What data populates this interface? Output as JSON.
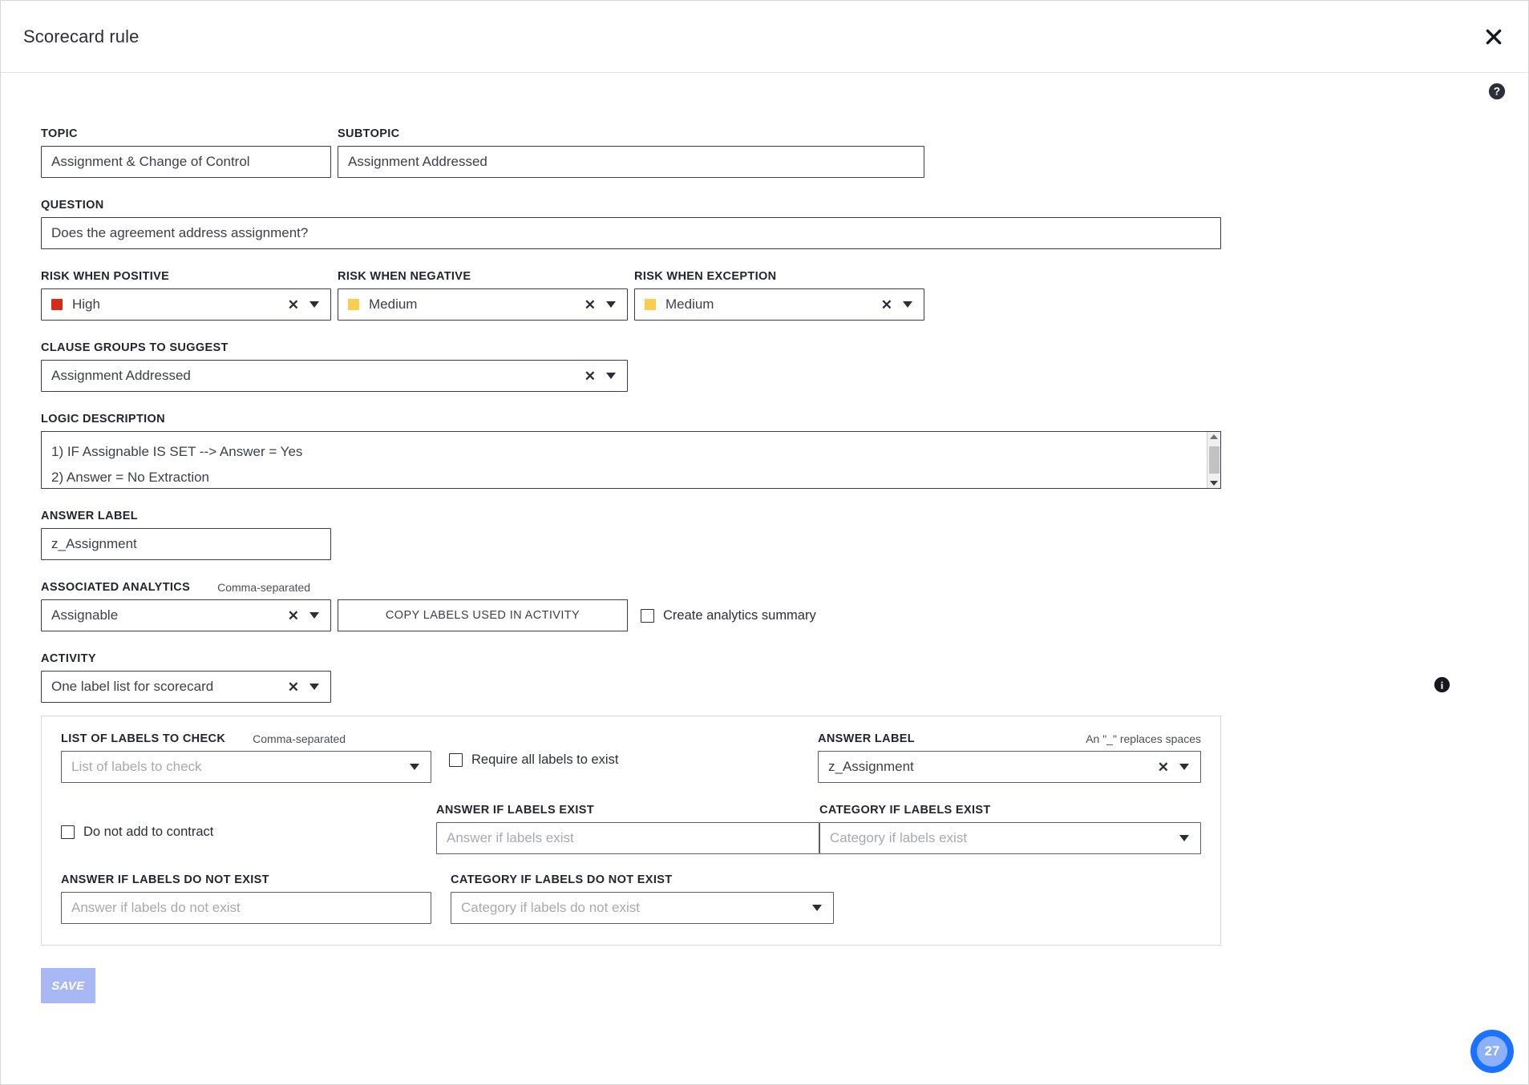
{
  "header": {
    "title": "Scorecard rule",
    "close_icon": "close-icon",
    "help_icon": "help-circle-icon"
  },
  "colors": {
    "risk_high": "#d62b19",
    "risk_medium": "#fbcd4f",
    "accent_blue": "#1a73ff",
    "save_button": "#a8b8f5"
  },
  "form": {
    "topic": {
      "label": "TOPIC",
      "value": "Assignment & Change of Control"
    },
    "subtopic": {
      "label": "SUBTOPIC",
      "value": "Assignment Addressed"
    },
    "question": {
      "label": "QUESTION",
      "value": "Does the agreement address assignment?"
    },
    "risk_positive": {
      "label": "RISK WHEN POSITIVE",
      "value": "High",
      "swatch": "#d62b19",
      "clear": "✕",
      "caret": "chevron-down-icon"
    },
    "risk_negative": {
      "label": "RISK WHEN NEGATIVE",
      "value": "Medium",
      "swatch": "#fbcd4f",
      "clear": "✕"
    },
    "risk_exception": {
      "label": "RISK WHEN EXCEPTION",
      "value": "Medium",
      "swatch": "#fbcd4f",
      "clear": "✕"
    },
    "clause_groups": {
      "label": "CLAUSE GROUPS TO SUGGEST",
      "value": "Assignment Addressed",
      "clear": "✕"
    },
    "logic_description": {
      "label": "LOGIC DESCRIPTION",
      "lines": [
        "1) IF Assignable IS SET --> Answer = Yes",
        "2) Answer = No Extraction"
      ]
    },
    "answer_label": {
      "label": "ANSWER LABEL",
      "value": "z_Assignment"
    },
    "associated_analytics": {
      "label": "ASSOCIATED ANALYTICS",
      "hint": "Comma-separated",
      "value": "Assignable",
      "clear": "✕"
    },
    "copy_labels_button": "COPY LABELS USED IN ACTIVITY",
    "create_analytics_summary": {
      "label": "Create analytics summary",
      "checked": false
    },
    "activity": {
      "label": "ACTIVITY",
      "value": "One label list for scorecard",
      "clear": "✕"
    },
    "activity_info_icon": "info-icon"
  },
  "panel": {
    "list_of_labels": {
      "label": "LIST OF LABELS TO CHECK",
      "hint": "Comma-separated",
      "placeholder": "List of labels to check",
      "value": ""
    },
    "require_all_labels": {
      "label": "Require all labels to exist",
      "checked": false
    },
    "panel_answer_label": {
      "label": "ANSWER LABEL",
      "hint": "An \"_\" replaces spaces",
      "value": "z_Assignment",
      "clear": "✕"
    },
    "do_not_add_to_contract": {
      "label": "Do not add to contract",
      "checked": false
    },
    "answer_if_labels_exist": {
      "label": "ANSWER IF LABELS EXIST",
      "placeholder": "Answer if labels exist",
      "value": ""
    },
    "category_if_labels_exist": {
      "label": "CATEGORY IF LABELS EXIST",
      "placeholder": "Category if labels exist",
      "value": ""
    },
    "answer_if_labels_do_not_exist": {
      "label": "ANSWER IF LABELS DO NOT EXIST",
      "placeholder": "Answer if labels do not exist",
      "value": ""
    },
    "category_if_labels_do_not_exist": {
      "label": "CATEGORY IF LABELS DO NOT EXIST",
      "placeholder": "Category if labels do not exist",
      "value": ""
    }
  },
  "footer": {
    "save_label": "SAVE",
    "badge_count": "27"
  }
}
